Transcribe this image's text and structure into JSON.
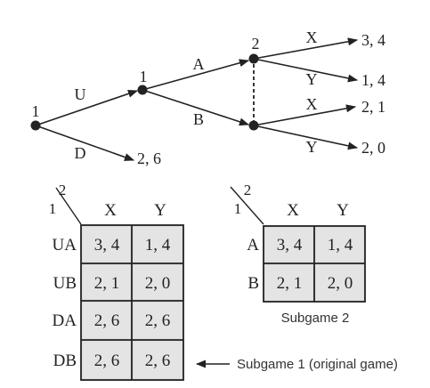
{
  "tree": {
    "players": {
      "root": "1",
      "second": "1",
      "third": "2"
    },
    "moves": {
      "U": "U",
      "D": "D",
      "A": "A",
      "B": "B",
      "X_top": "X",
      "Y_top": "Y",
      "X_bottom": "X",
      "Y_bottom": "Y"
    },
    "payoffs": {
      "D": "2, 6",
      "AX": "3, 4",
      "AY": "1, 4",
      "BX": "2, 1",
      "BY": "2, 0"
    }
  },
  "table1": {
    "col_player": "2",
    "row_player": "1",
    "columns": [
      "X",
      "Y"
    ],
    "rows": [
      {
        "label": "UA",
        "cells": [
          "3, 4",
          "1, 4"
        ]
      },
      {
        "label": "UB",
        "cells": [
          "2, 1",
          "2, 0"
        ]
      },
      {
        "label": "DA",
        "cells": [
          "2, 6",
          "2, 6"
        ]
      },
      {
        "label": "DB",
        "cells": [
          "2, 6",
          "2, 6"
        ]
      }
    ],
    "caption": "Subgame 1 (original game)"
  },
  "table2": {
    "col_player": "2",
    "row_player": "1",
    "columns": [
      "X",
      "Y"
    ],
    "rows": [
      {
        "label": "A",
        "cells": [
          "3, 4",
          "1, 4"
        ]
      },
      {
        "label": "B",
        "cells": [
          "2, 1",
          "2, 0"
        ]
      }
    ],
    "caption": "Subgame 2"
  }
}
